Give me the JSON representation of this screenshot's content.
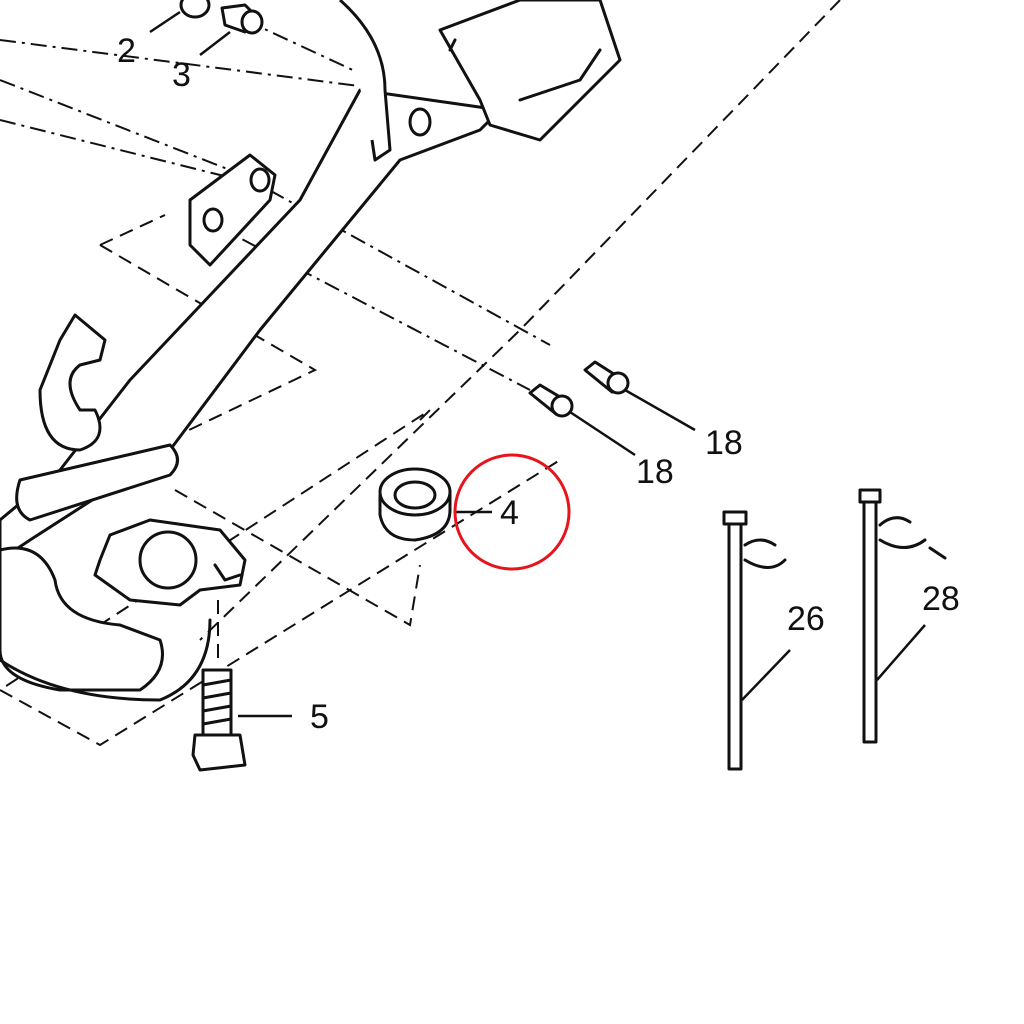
{
  "diagram": {
    "callouts": [
      {
        "id": "part-2",
        "label": "2"
      },
      {
        "id": "part-3",
        "label": "3"
      },
      {
        "id": "part-18a",
        "label": "18"
      },
      {
        "id": "part-18b",
        "label": "18"
      },
      {
        "id": "part-4",
        "label": "4"
      },
      {
        "id": "part-5",
        "label": "5"
      },
      {
        "id": "part-26",
        "label": "26"
      },
      {
        "id": "part-28",
        "label": "28"
      }
    ],
    "highlight_color": "#e8141c"
  }
}
